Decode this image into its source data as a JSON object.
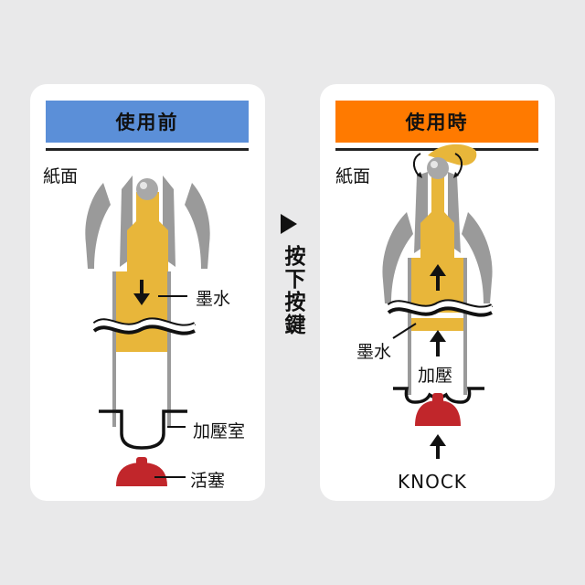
{
  "before": {
    "title": "使用前",
    "paper_label": "紙面",
    "ink_label": "墨水",
    "chamber_label": "加壓室",
    "piston_label": "活塞"
  },
  "after": {
    "title": "使用時",
    "paper_label": "紙面",
    "ink_label": "墨水",
    "pressure_label": "加壓",
    "knock_label": "KNOCK"
  },
  "transition": {
    "text": "按下按鍵"
  },
  "colors": {
    "before_header": "#5b8fd8",
    "after_header": "#ff7a00",
    "ink": "#e8b63a",
    "piston": "#c1262b",
    "tube": "#9a9a9a"
  }
}
